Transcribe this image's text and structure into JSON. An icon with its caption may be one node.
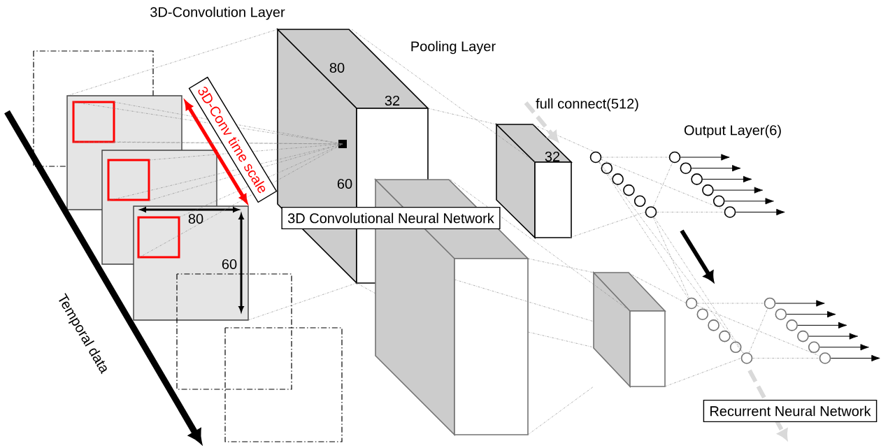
{
  "diagram": {
    "nodes": [
      {
        "text": [
          "3D-Conv time scale"
        ]
      },
      {
        "text": [
          "3D Convolutional Neural Network"
        ]
      },
      {
        "text": [],
        "shape": "circle"
      },
      {
        "text": [],
        "shape": "circle"
      },
      {
        "text": [],
        "shape": "circle"
      },
      {
        "text": [],
        "shape": "circle"
      },
      {
        "text": [],
        "shape": "circle"
      },
      {
        "text": [],
        "shape": "circle"
      },
      {
        "text": [],
        "shape": "circle"
      },
      {
        "text": [],
        "shape": "circle"
      },
      {
        "text": [],
        "shape": "circle"
      },
      {
        "text": [],
        "shape": "circle"
      },
      {
        "text": [],
        "shape": "circle"
      },
      {
        "text": [],
        "shape": "circle"
      },
      {
        "text": [],
        "shape": "circle"
      },
      {
        "text": [],
        "shape": "circle"
      },
      {
        "text": [],
        "shape": "circle"
      },
      {
        "text": [],
        "shape": "circle"
      },
      {
        "text": [],
        "shape": "circle"
      },
      {
        "text": [],
        "shape": "circle"
      },
      {
        "text": [],
        "shape": "circle"
      },
      {
        "text": [],
        "shape": "circle"
      },
      {
        "text": [],
        "shape": "circle"
      },
      {
        "text": [],
        "shape": "circle"
      },
      {
        "text": [],
        "shape": "circle"
      },
      {
        "text": [],
        "shape": "circle"
      },
      {
        "text": [
          "Recurrent Neural Network"
        ]
      }
    ],
    "edges": [
      {
        "from": 2,
        "to": 8,
        "arrow": "none",
        "style": "dashed"
      },
      {
        "from": 2,
        "to": 13,
        "arrow": "none",
        "style": "dashed"
      },
      {
        "from": 7,
        "to": 8,
        "arrow": "none",
        "style": "dashed"
      },
      {
        "from": 7,
        "to": 13,
        "arrow": "none",
        "style": "dashed"
      },
      {
        "from": 2,
        "to": 14,
        "arrow": "none",
        "style": "dashed"
      },
      {
        "from": 2,
        "to": 19,
        "arrow": "none",
        "style": "dashed"
      },
      {
        "from": 7,
        "to": 14,
        "arrow": "none",
        "style": "dashed"
      },
      {
        "from": 7,
        "to": 19,
        "arrow": "none",
        "style": "dashed"
      },
      {
        "from": 14,
        "to": 20,
        "arrow": "none",
        "style": "dashed"
      },
      {
        "from": 14,
        "to": 25,
        "arrow": "none",
        "style": "dashed"
      },
      {
        "from": 19,
        "to": 20,
        "arrow": "none",
        "style": "dashed"
      },
      {
        "from": 19,
        "to": 25,
        "arrow": "none",
        "style": "dashed"
      },
      {
        "from": 8,
        "to": null,
        "arrow": "to",
        "color": "#000000"
      },
      {
        "from": 9,
        "to": null,
        "arrow": "to",
        "color": "#000000"
      },
      {
        "from": 10,
        "to": null,
        "arrow": "to",
        "color": "#000000"
      },
      {
        "from": 11,
        "to": null,
        "arrow": "to",
        "color": "#000000"
      },
      {
        "from": 12,
        "to": null,
        "arrow": "to",
        "color": "#000000"
      },
      {
        "from": 13,
        "to": null,
        "arrow": "to",
        "color": "#000000"
      },
      {
        "from": 20,
        "to": null,
        "arrow": "to",
        "color": "#000000"
      },
      {
        "from": 21,
        "to": null,
        "arrow": "to",
        "color": "#000000"
      },
      {
        "from": 22,
        "to": null,
        "arrow": "to",
        "color": "#000000"
      },
      {
        "from": 23,
        "to": null,
        "arrow": "to",
        "color": "#000000"
      },
      {
        "from": 24,
        "to": null,
        "arrow": "to",
        "color": "#000000"
      },
      {
        "from": 25,
        "to": null,
        "arrow": "to",
        "color": "#000000"
      }
    ],
    "labels": [
      "3D-Convolution Layer",
      "Pooling Layer",
      "80",
      "32",
      "full connect(512)",
      "Output Layer(6)",
      "32",
      "60",
      "80",
      "60",
      "Temporal data"
    ]
  }
}
